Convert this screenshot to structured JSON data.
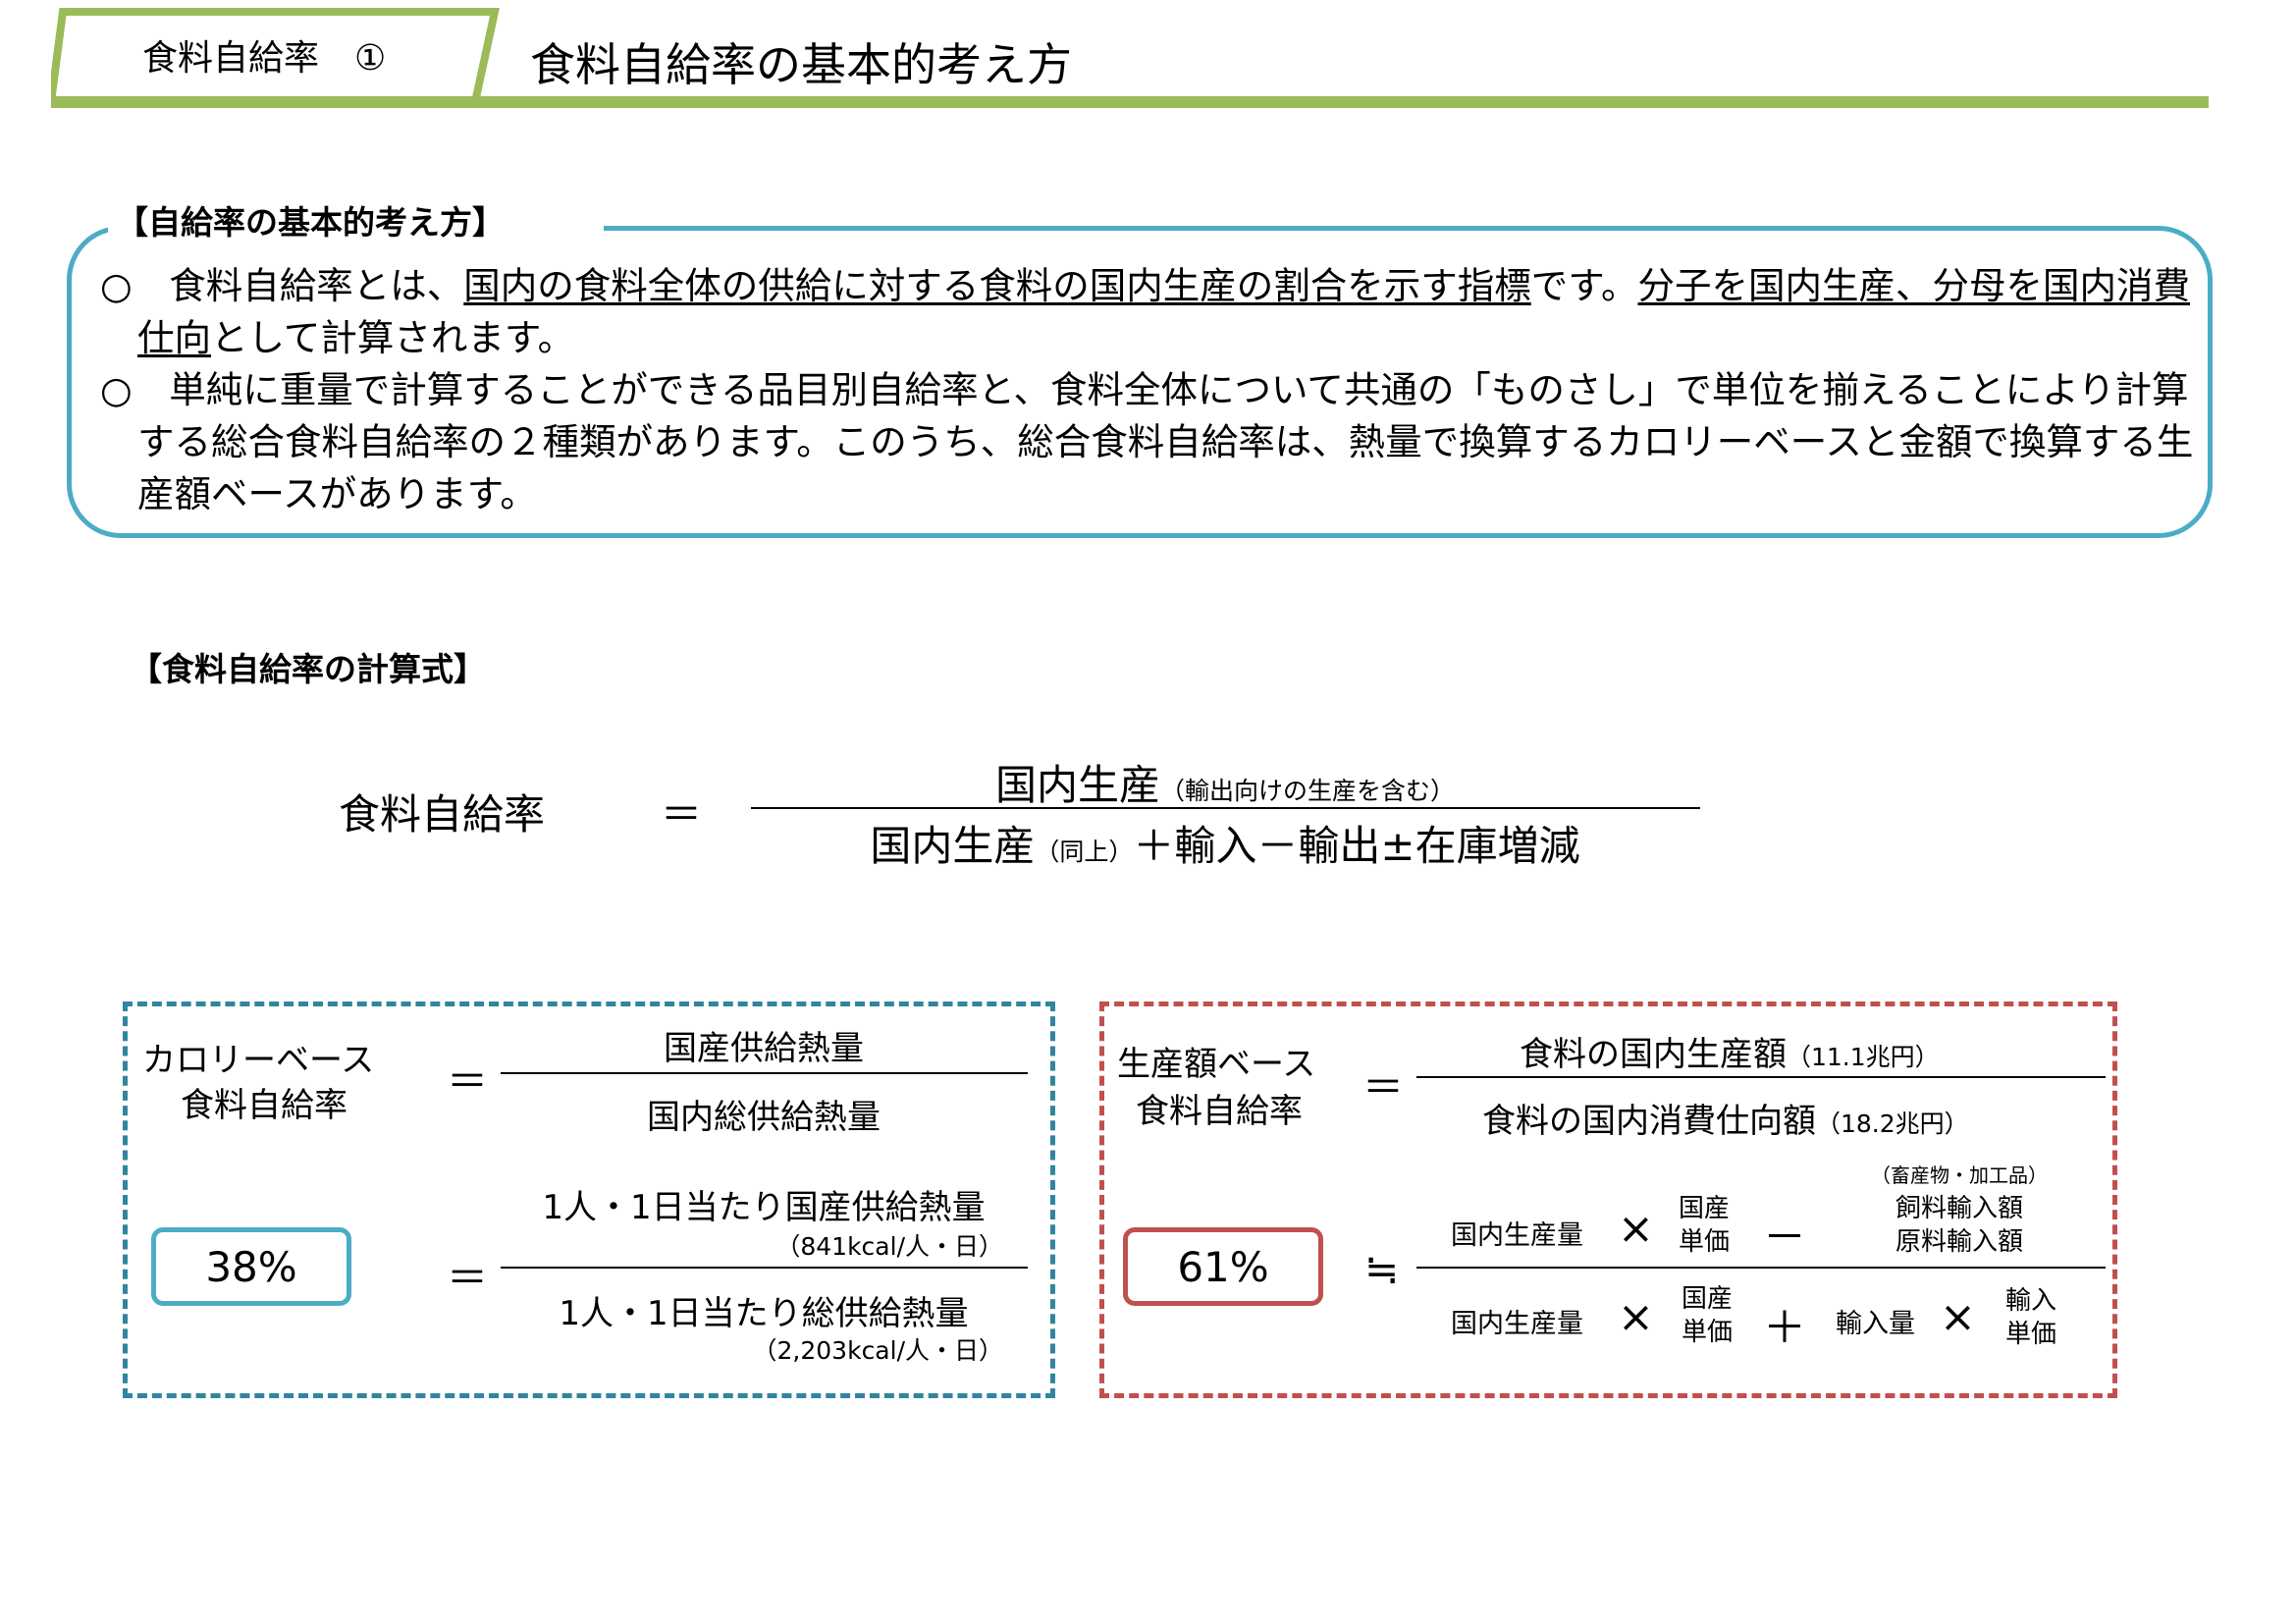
{
  "header": {
    "tab_label": "食料自給率　①",
    "title": "食料自給率の基本的考え方",
    "accent_color": "#9bbb59"
  },
  "basics": {
    "heading": "【自給率の基本的考え方】",
    "border_color": "#4bacc6",
    "p1": {
      "bullet": "○",
      "a": "食料自給率とは、",
      "u1": "国内の食料全体の供給に対する食料の国内生産の割合を示す指標",
      "b": "です。",
      "u2": "分子を国内生産、分母を国内消費仕向",
      "c": "として計算されます。"
    },
    "p2": {
      "bullet": "○",
      "text": "単純に重量で計算することができる品目別自給率と、食料全体について共通の「ものさし」で単位を揃えることにより計算する総合食料自給率の２種類があります。このうち、総合食料自給率は、熱量で換算するカロリーベースと金額で換算する生産額ベースがあります。"
    }
  },
  "formula": {
    "heading": "【食料自給率の計算式】",
    "lhs": "食料自給率",
    "eq": "＝",
    "num_main": "国内生産",
    "num_note": "（輸出向けの生産を含む）",
    "den_a": "国内生産",
    "den_note": "（同上）",
    "den_b": "＋輸入－輸出±在庫増減"
  },
  "calorie": {
    "border_color": "#31859c",
    "label1": "カロリーベース",
    "label2": "食料自給率",
    "eq": "＝",
    "num": "国産供給熱量",
    "den": "国内総供給熱量",
    "value": "38%",
    "eq2": "＝",
    "num2": "1人・1日当たり国産供給熱量",
    "num2_note": "（841kcal/人・日）",
    "den2": "1人・1日当たり総供給熱量",
    "den2_note": "（2,203kcal/人・日）"
  },
  "production": {
    "border_color": "#c0504d",
    "label1": "生産額ベース",
    "label2": "食料自給率",
    "eq": "＝",
    "num": "食料の国内生産額",
    "num_note": "（11.1兆円）",
    "den": "食料の国内消費仕向額",
    "den_note": "（18.2兆円）",
    "value": "61%",
    "approx": "≒",
    "n_qty": "国内生産量",
    "times": "×",
    "n_price1": "国産",
    "n_price2": "単価",
    "minus": "－",
    "n_note": "（畜産物・加工品）",
    "n_feed": "飼料輸入額",
    "n_raw": "原料輸入額",
    "d_qty": "国内生産量",
    "d_price1": "国産",
    "d_price2": "単価",
    "plus": "＋",
    "d_import": "輸入量",
    "d_iprice1": "輸入",
    "d_iprice2": "単価"
  }
}
